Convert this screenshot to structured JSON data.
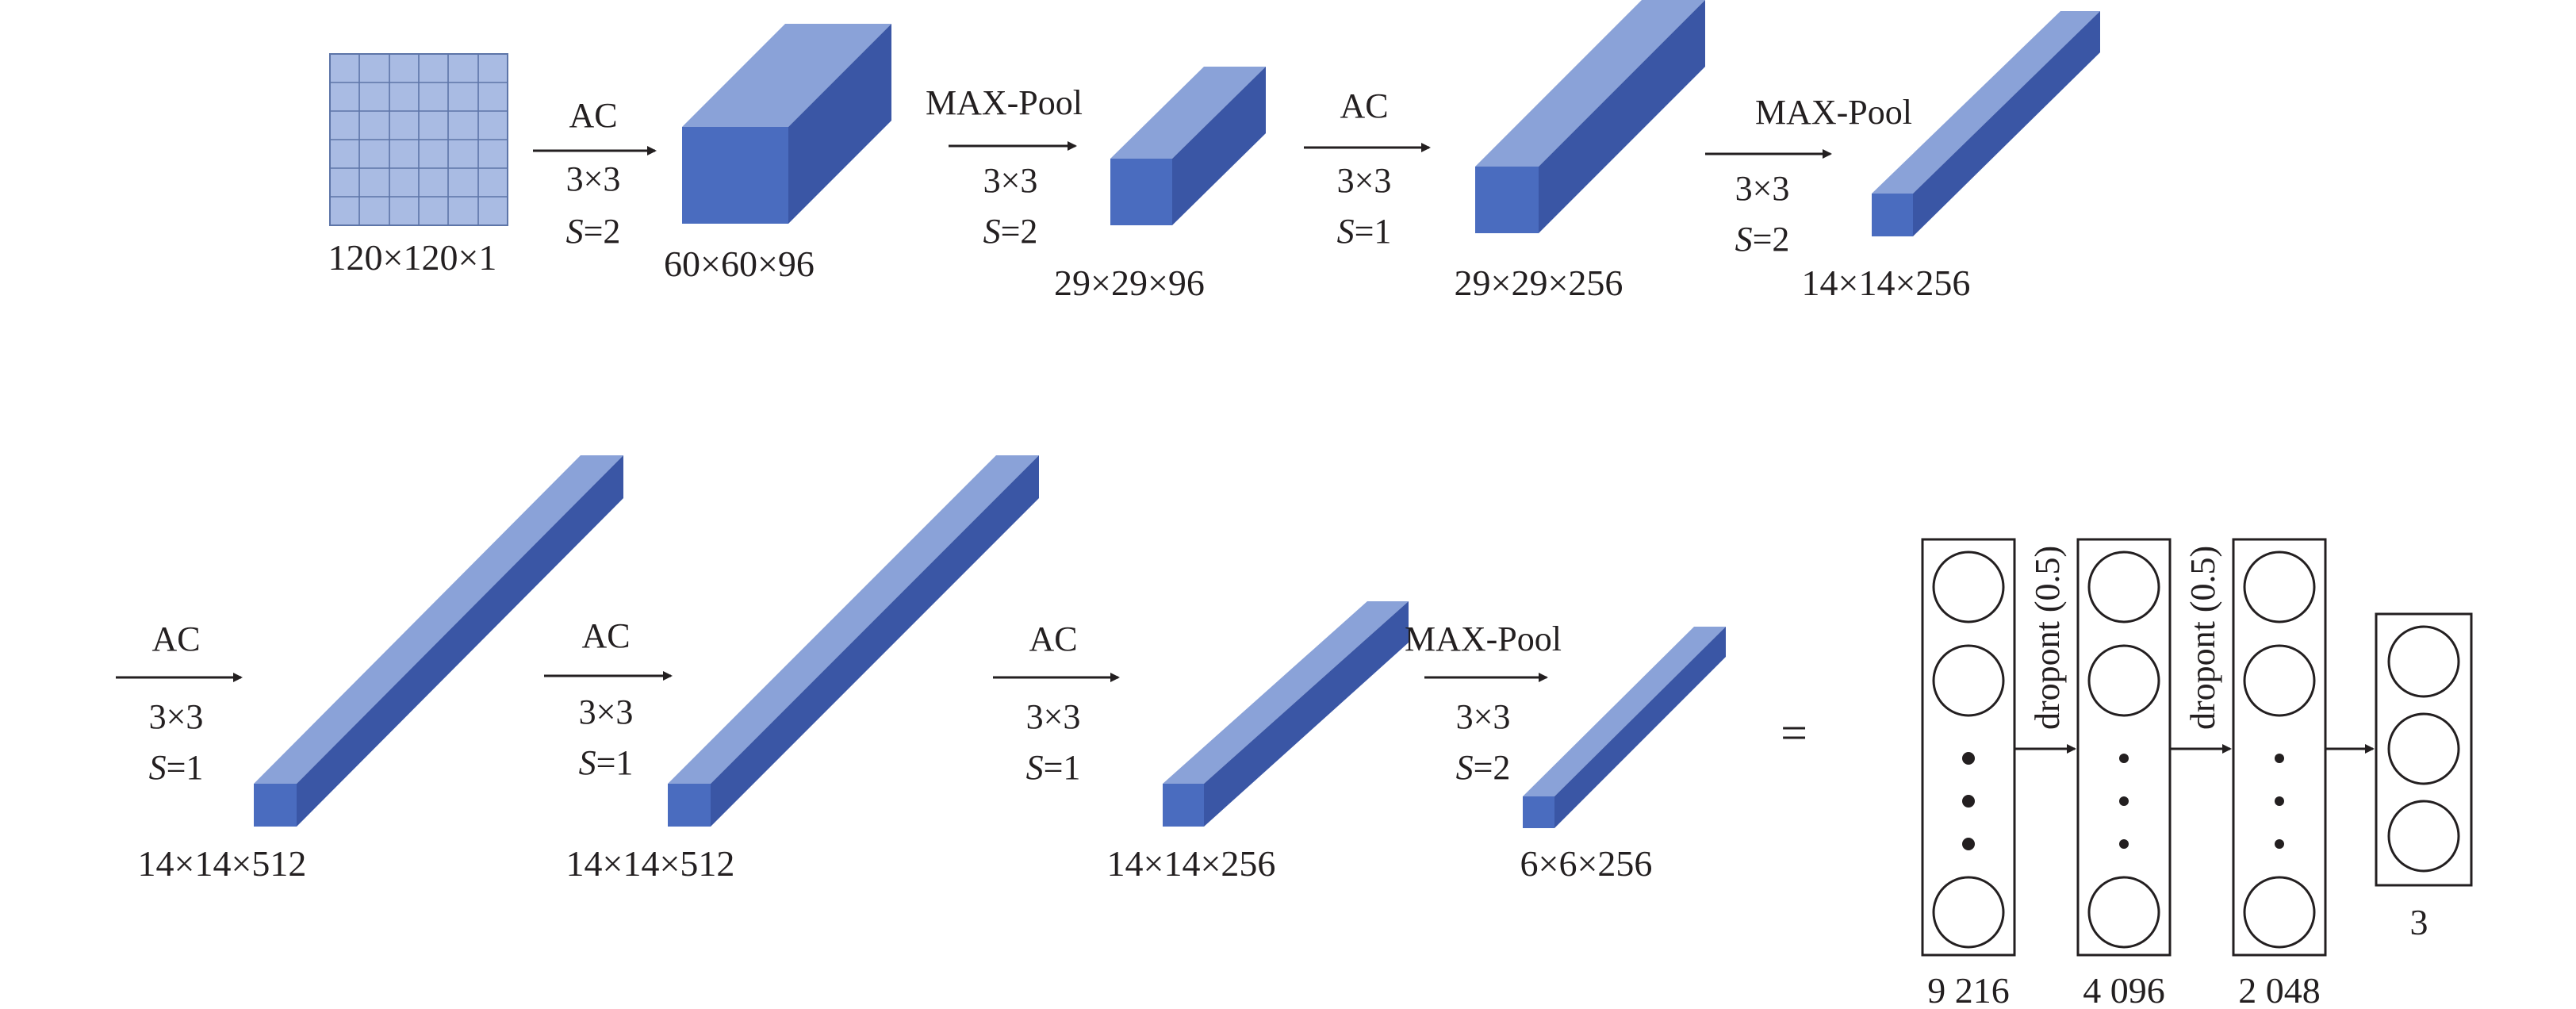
{
  "row1": {
    "input": {
      "label": "120×120×1"
    },
    "ops": [
      {
        "name": "AC",
        "kernel": "3×3",
        "stride_sym": "S",
        "stride_val": "=2"
      },
      {
        "name": "MAX-Pool",
        "kernel": "3×3",
        "stride_sym": "S",
        "stride_val": "=2"
      },
      {
        "name": "AC",
        "kernel": "3×3",
        "stride_sym": "S",
        "stride_val": "=1"
      },
      {
        "name": "MAX-Pool",
        "kernel": "3×3",
        "stride_sym": "S",
        "stride_val": "=2"
      }
    ],
    "blocks": [
      {
        "label": "60×60×96"
      },
      {
        "label": "29×29×96"
      },
      {
        "label": "29×29×256"
      },
      {
        "label": "14×14×256"
      }
    ]
  },
  "row2": {
    "ops": [
      {
        "name": "AC",
        "kernel": "3×3",
        "stride_sym": "S",
        "stride_val": "=1"
      },
      {
        "name": "AC",
        "kernel": "3×3",
        "stride_sym": "S",
        "stride_val": "=1"
      },
      {
        "name": "AC",
        "kernel": "3×3",
        "stride_sym": "S",
        "stride_val": "=1"
      },
      {
        "name": "MAX-Pool",
        "kernel": "3×3",
        "stride_sym": "S",
        "stride_val": "=2"
      }
    ],
    "blocks": [
      {
        "label": "14×14×512"
      },
      {
        "label": "14×14×512"
      },
      {
        "label": "14×14×256"
      },
      {
        "label": "6×6×256"
      }
    ]
  },
  "equals": "=",
  "fc": {
    "layers": [
      {
        "size": "9 216"
      },
      {
        "size": "4 096"
      },
      {
        "size": "2 048"
      },
      {
        "size": "3"
      }
    ],
    "dropouts": [
      "dropont (0.5)",
      "dropont (0.5)"
    ]
  },
  "colors": {
    "front": "#4a6cbf",
    "top": "#8aa2d8",
    "side": "#3a56a5",
    "grid_fill": "#a9bbe3",
    "grid_line": "#5d75a8",
    "stroke": "#231f20"
  }
}
